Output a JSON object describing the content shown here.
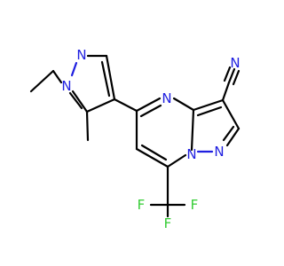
{
  "molecule": {
    "atoms": {
      "pyrazole_n1": {
        "symbol": "N",
        "color": "#1f1fe0"
      },
      "pyrazole_n2": {
        "symbol": "N",
        "color": "#1f1fe0"
      },
      "pyrimidine_n4": {
        "symbol": "N",
        "color": "#1f1fe0"
      },
      "bridge_n": {
        "symbol": "N",
        "color": "#1f1fe0"
      },
      "pyrazolo_n1": {
        "symbol": "N",
        "color": "#1f1fe0"
      },
      "nitrile_n": {
        "symbol": "N",
        "color": "#1f1fe0"
      },
      "fluorine_left": {
        "symbol": "F",
        "color": "#33cc33"
      },
      "fluorine_top": {
        "symbol": "F",
        "color": "#33cc33"
      },
      "fluorine_right": {
        "symbol": "F",
        "color": "#33cc33"
      }
    }
  }
}
